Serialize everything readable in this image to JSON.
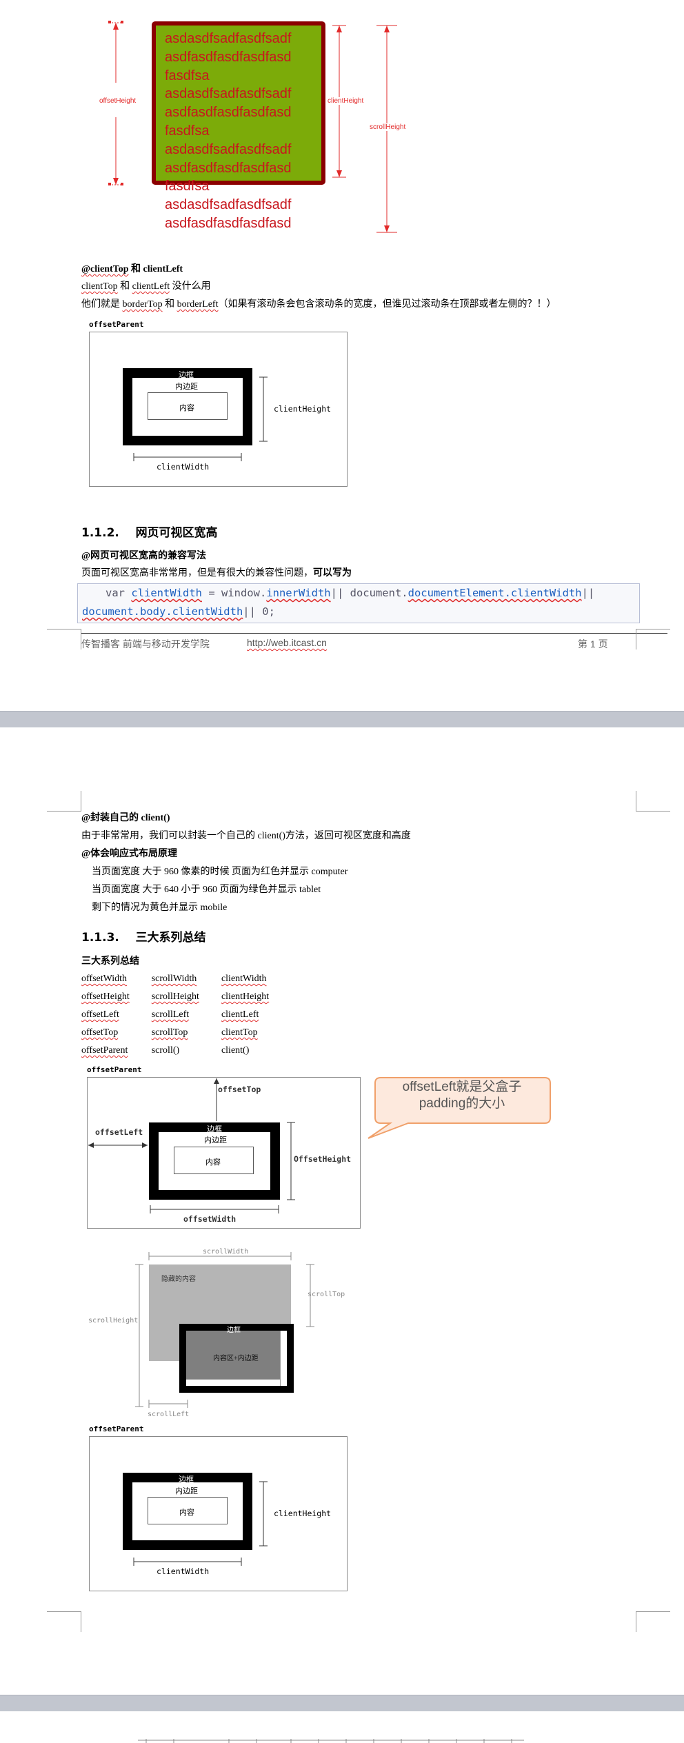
{
  "page1": {
    "sample_text_lines": [
      "asdasdfsadfasdfsadf",
      "asdfasdfasdfasdfasd",
      "fasdfsa",
      "asdasdfsadfasdfsadf",
      "asdfasdfasdfasdfasd",
      "fasdfsa",
      "asdasdfsadfasdfsadf",
      "asdfasdfasdfasdfasd",
      "fasdfsa",
      "asdasdfsadfasdfsadf",
      "asdfasdfasdfasdfasd"
    ],
    "label_offsetHeight": "offsetHeight",
    "label_clientHeight": "clientHeight",
    "label_scrollHeight": "scrollHeight",
    "heading_client_top_left": {
      "part1": "@clientTop",
      "part2": "和",
      "part3": "clientLeft"
    },
    "line_client_top_left": {
      "part1": "clientTop",
      "part2": " 和 ",
      "part3": "clientLeft",
      "part4": " 没什么用"
    },
    "line_border_explain": {
      "part1": "他们就是 ",
      "part2": "borderTop",
      "part3": " 和 ",
      "part4": "borderLeft",
      "part5": "（如果有滚动条会包含滚动条的宽度，但谁见过滚动条在顶部或者左侧的？！）"
    },
    "diagram1": {
      "offsetParent": "offsetParent",
      "border": "边框",
      "padding": "内边距",
      "content": "内容",
      "clientHeight": "clientHeight",
      "clientWidth": "clientWidth"
    },
    "section_number": "1.1.2.",
    "section_title": "网页可视区宽高",
    "compat_heading": "@网页可视区宽高的兼容写法",
    "compat_line": {
      "normal": "页面可视区宽高非常常用，但是有很大的兼容性问题，",
      "bold": "可以写为"
    },
    "code": {
      "line1_var": "var ",
      "line1_id": "clientWidth",
      "line1_mid": " = window.",
      "line1_inner": "innerWidth",
      "line1_sep": "|| document.",
      "line1_doc": "documentElement.clientWidth",
      "line1_end": "||",
      "line2_doc": "document.body.clientWidth",
      "line2_end": "|| 0;"
    },
    "footer": {
      "left": "传智播客  前端与移动开发学院",
      "url": "http://web.itcast.cn",
      "page": "第  1  页"
    }
  },
  "page2": {
    "heading_client": {
      "part1": "@封装自己的 ",
      "part2": "client()"
    },
    "line_client": "由于非常常用，我们可以封装一个自己的 client()方法，返回可视区宽度和高度",
    "heading_responsive": "@体会响应式布局原理",
    "resp_lines": [
      "当页面宽度  大于  960  像素的时候  页面为红色并显示 computer",
      "当页面宽度  大于  640  小于  960  页面为绿色并显示 tablet",
      "剩下的情况为黄色并显示 mobile"
    ],
    "section_number": "1.1.3.",
    "section_title": "三大系列总结",
    "summary_heading": "三大系列总结",
    "summary_table": [
      [
        "offsetWidth",
        "scrollWidth",
        "clientWidth"
      ],
      [
        "offsetHeight",
        "scrollHeight",
        "clientHeight"
      ],
      [
        "offsetLeft",
        "scrollLeft",
        "clientLeft"
      ],
      [
        "offsetTop",
        "scrollTop",
        "clientTop"
      ],
      [
        "offsetParent",
        "scroll()",
        "client()"
      ]
    ],
    "diagram2": {
      "offsetParent": "offsetParent",
      "offsetTop": "offsetTop",
      "offsetLeft": "offsetLeft",
      "border": "边框",
      "padding": "内边距",
      "content": "内容",
      "offsetHeight": "OffsetHeight",
      "offsetWidth": "offsetWidth",
      "callout": "offsetLeft就是父盒子padding的大小"
    },
    "diagram3": {
      "scrollWidth": "scrollWidth",
      "scrollHeight": "scrollHeight",
      "scrollTop": "scrollTop",
      "scrollLeft": "scrollLeft",
      "hidden": "隐藏的内容",
      "border": "边框",
      "inner": "内容区+内边距"
    },
    "diagram4": {
      "offsetParent": "offsetParent",
      "border": "边框",
      "padding": "内边距",
      "content": "内容",
      "clientHeight": "clientHeight",
      "clientWidth": "clientWidth"
    }
  },
  "colors": {
    "accent_red": "#e22a2a",
    "box_green": "#7cab09",
    "box_border": "#8b0000",
    "callout_fill": "#fde9dd",
    "callout_border": "#f0a06a"
  }
}
